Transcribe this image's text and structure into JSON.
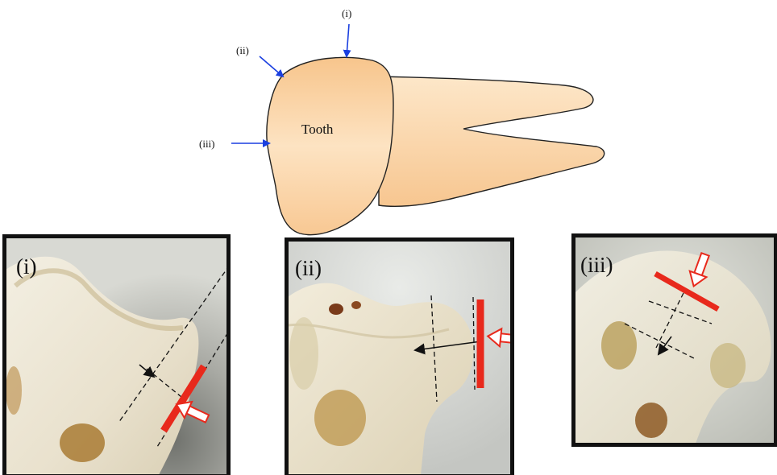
{
  "diagram": {
    "tooth_label": "Tooth",
    "arrow_labels": {
      "i": "(i)",
      "ii": "(ii)",
      "iii": "(iii)"
    },
    "colors": {
      "tooth_light": "#fde6c8",
      "tooth_dark": "#f7c58c",
      "outline": "#222222",
      "arrow_blue": "#1a3fe0"
    }
  },
  "panels": [
    {
      "id": "i",
      "label": "(i)"
    },
    {
      "id": "ii",
      "label": "(ii)"
    },
    {
      "id": "iii",
      "label": "(iii)"
    }
  ],
  "marker_colors": {
    "bar": "#e8291c",
    "arrow_fill": "#ffffff",
    "measure_line": "#111111"
  }
}
